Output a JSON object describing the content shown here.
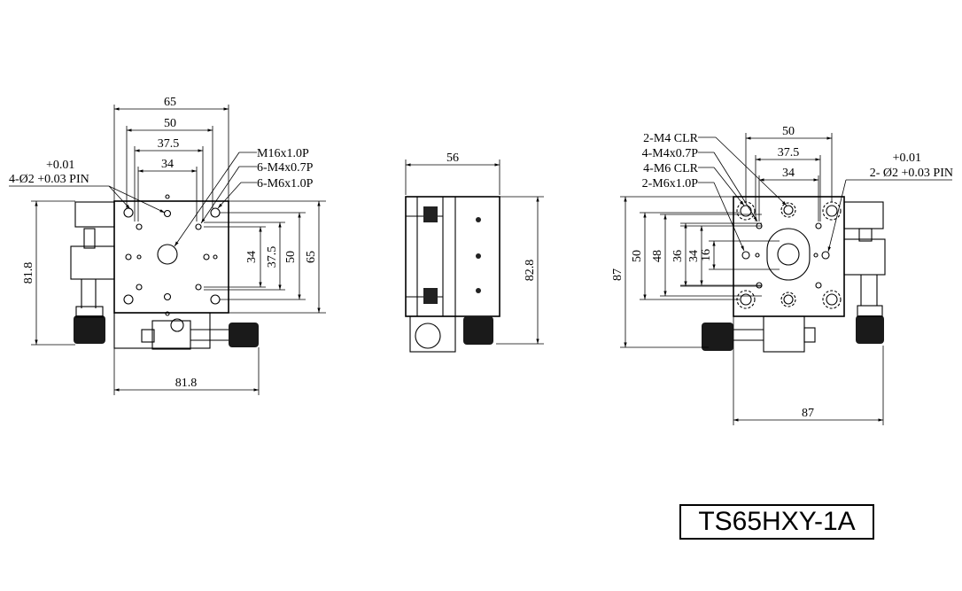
{
  "model_label": "TS65HXY-1A",
  "front_view": {
    "dims": {
      "top_overall": "65",
      "top_50": "50",
      "top_37_5": "37.5",
      "top_34": "34",
      "right_34": "34",
      "right_37_5": "37.5",
      "right_50": "50",
      "right_65": "65",
      "left_height": "81.8",
      "bottom_width": "81.8"
    },
    "callouts": {
      "m16": "M16x1.0P",
      "m4": "6-M4x0.7P",
      "m6": "6-M6x1.0P",
      "pin_tol_upper": "+0.01",
      "pin_spec": "4-Ø2 +0.03 PIN"
    }
  },
  "side_view": {
    "dims": {
      "width": "56",
      "height": "82.8"
    }
  },
  "bottom_view": {
    "dims": {
      "top_50": "50",
      "top_37_5": "37.5",
      "top_34": "34",
      "left_87": "87",
      "left_50": "50",
      "left_48": "48",
      "left_36": "36",
      "left_34": "34",
      "left_16": "16",
      "bottom_width": "87"
    },
    "callouts": {
      "m4clr": "2-M4 CLR",
      "m4": "4-M4x0.7P",
      "m6clr": "4-M6 CLR",
      "m6": "2-M6x1.0P",
      "pin_tol_upper": "+0.01",
      "pin_spec": "2- Ø2 +0.03 PIN"
    }
  }
}
